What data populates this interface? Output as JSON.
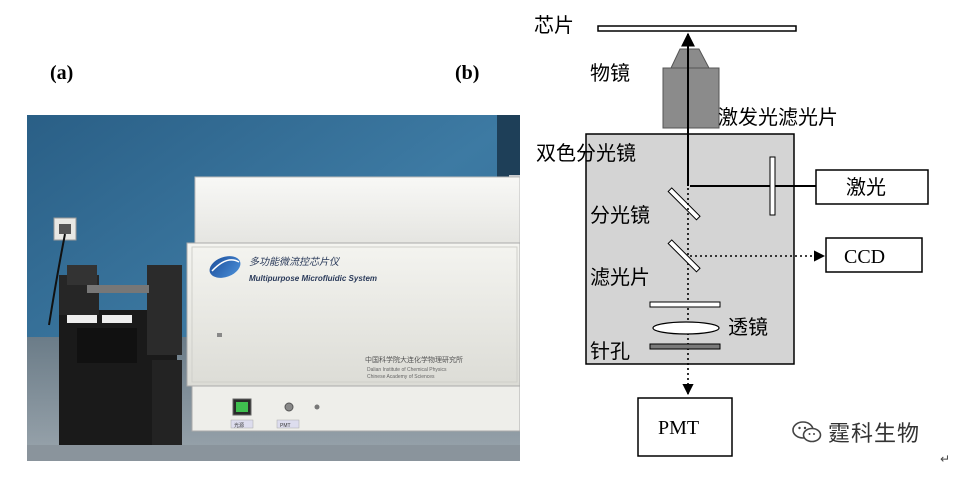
{
  "panel_a": {
    "label": "(a)",
    "device": {
      "title_cn": "多功能微流控芯片仪",
      "title_en": "Multipurpose Microfluidic System",
      "org_cn": "中国科学院大连化学物理研究所",
      "org_en_line1": "Dalian Institute of Chemical Physics",
      "org_en_line2": "Chinese Academy of Sciences",
      "btn_left": "光源",
      "btn_right": "PMT"
    }
  },
  "panel_b": {
    "label": "(b)",
    "labels": {
      "chip": "芯片",
      "objective": "物镜",
      "excitation_filter": "激发光滤光片",
      "dichroic": "双色分光镜",
      "splitter": "分光镜",
      "filter": "滤光片",
      "lens": "透镜",
      "pinhole": "针孔",
      "laser": "激光",
      "ccd": "CCD",
      "pmt": "PMT"
    }
  },
  "watermark": "霆科生物",
  "return_mark": "↵"
}
